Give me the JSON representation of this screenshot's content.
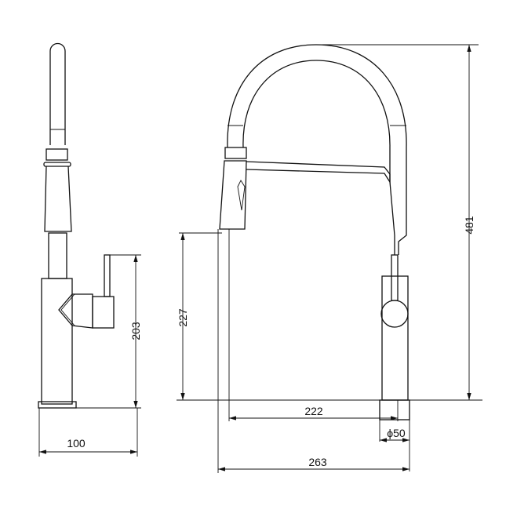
{
  "dimensions": {
    "side_width": "100",
    "side_lever_height": "203",
    "outlet_height": "227",
    "total_height": "481",
    "spout_reach": "222",
    "base_diameter": "ϕ50",
    "total_depth": "263"
  },
  "colors": {
    "line": "#111111",
    "background": "#ffffff"
  }
}
